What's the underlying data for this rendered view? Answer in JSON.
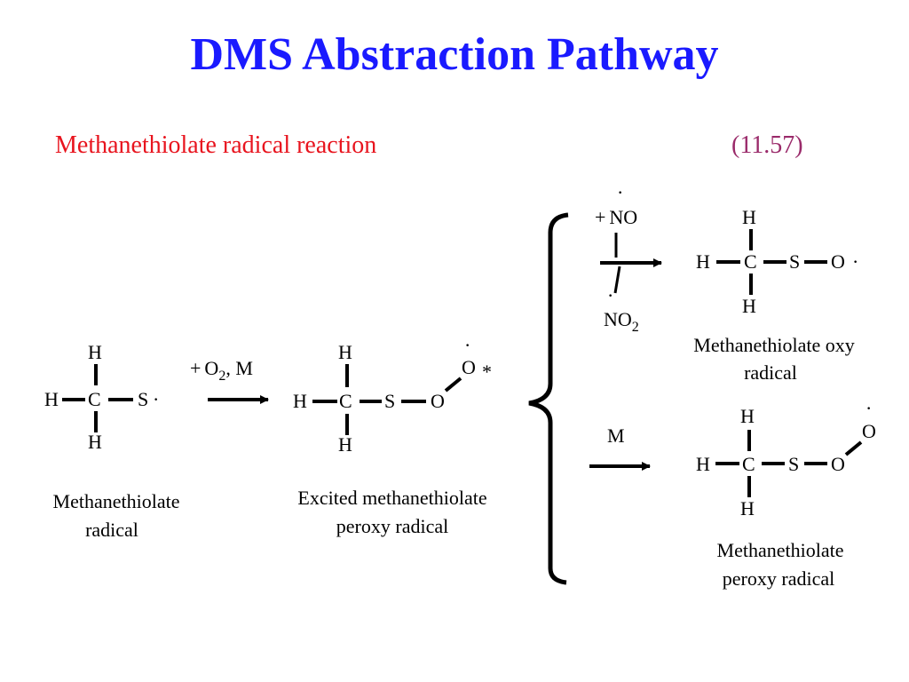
{
  "slide": {
    "title": "DMS Abstraction Pathway",
    "subtitle": "Methanethiolate radical reaction",
    "equation_number": "(11.57)"
  },
  "atoms": {
    "H": "H",
    "C": "C",
    "S": "S",
    "O": "O",
    "dot": "·",
    "star": "*"
  },
  "reactant": {
    "label_line1": "Methanethiolate",
    "label_line2": "radical"
  },
  "step1": {
    "plus": "+",
    "o": "O",
    "sub": "2",
    "m": ", M"
  },
  "intermediate": {
    "label_line1": "Excited methanethiolate",
    "label_line2": "peroxy radical"
  },
  "branch_top": {
    "plus": "+",
    "reagent": "NO",
    "byproduct": "NO",
    "byproduct_sub": "2",
    "label_line1": "Methanethiolate oxy",
    "label_line2": "radical"
  },
  "branch_bottom": {
    "reagent": "M",
    "label_line1": "Methanethiolate",
    "label_line2": "peroxy radical"
  }
}
